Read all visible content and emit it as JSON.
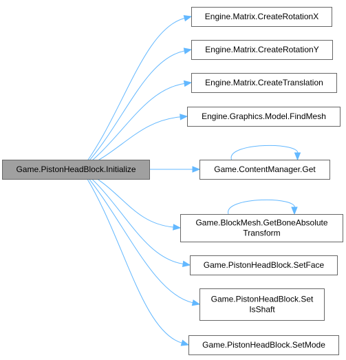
{
  "diagram": {
    "root": {
      "id": "initialize",
      "label": "Game.PistonHeadBlock.Initialize"
    },
    "callees": [
      {
        "id": "create-rotation-x",
        "lines": [
          "Engine.Matrix.CreateRotationX"
        ]
      },
      {
        "id": "create-rotation-y",
        "lines": [
          "Engine.Matrix.CreateRotationY"
        ]
      },
      {
        "id": "create-translation",
        "lines": [
          "Engine.Matrix.CreateTranslation"
        ]
      },
      {
        "id": "find-mesh",
        "lines": [
          "Engine.Graphics.Model.FindMesh"
        ]
      },
      {
        "id": "content-manager-get",
        "lines": [
          "Game.ContentManager.Get"
        ],
        "self_call": true
      },
      {
        "id": "get-bone-absolute-transform",
        "lines": [
          "Game.BlockMesh.GetBoneAbsolute",
          "Transform"
        ],
        "self_call": true
      },
      {
        "id": "set-face",
        "lines": [
          "Game.PistonHeadBlock.SetFace"
        ]
      },
      {
        "id": "set-is-shaft",
        "lines": [
          "Game.PistonHeadBlock.Set",
          "IsShaft"
        ]
      },
      {
        "id": "set-mode",
        "lines": [
          "Game.PistonHeadBlock.SetMode"
        ]
      }
    ],
    "colors": {
      "edge": "#63b8ff",
      "node_border": "#666666",
      "root_fill": "#a0a0a0",
      "node_fill": "#ffffff"
    }
  }
}
